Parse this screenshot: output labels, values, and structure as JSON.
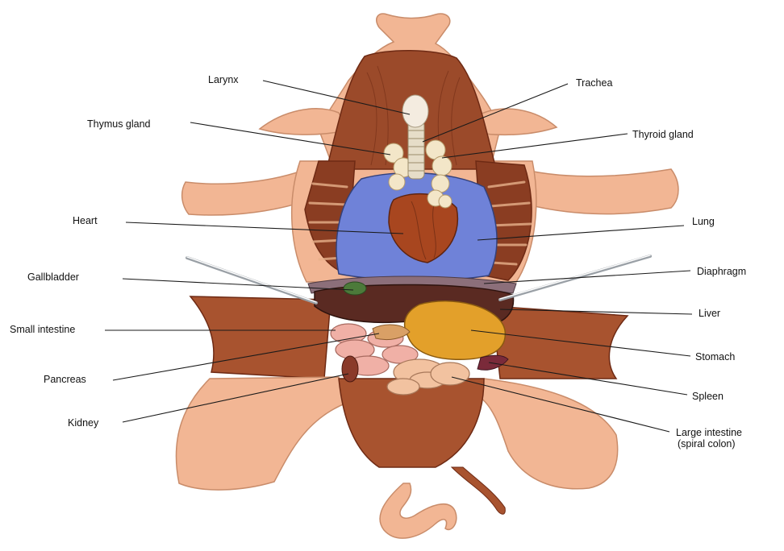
{
  "figure": {
    "labels": {
      "larynx": "Larynx",
      "trachea": "Trachea",
      "thymus_gland": "Thymus gland",
      "thyroid_gland": "Thyroid gland",
      "heart": "Heart",
      "lung": "Lung",
      "gallbladder": "Gallbladder",
      "diaphragm": "Diaphragm",
      "liver": "Liver",
      "small_intestine": "Small intestine",
      "stomach": "Stomach",
      "pancreas": "Pancreas",
      "spleen": "Spleen",
      "kidney": "Kidney",
      "large_intestine": "Large intestine",
      "large_intestine_note": "(spiral colon)"
    },
    "colors": {
      "skin": "#f2b694",
      "skin_shade": "#d98b66",
      "muscle": "#9b4a2a",
      "muscle_dark": "#6e2a14",
      "lung": "#6f82d8",
      "heart": "#a8461f",
      "thymus": "#f3e6c8",
      "liver": "#5a2a22",
      "stomach": "#e3a02a",
      "intestine": "#f0b0a6",
      "leader_line": "#1a1a1a"
    }
  }
}
